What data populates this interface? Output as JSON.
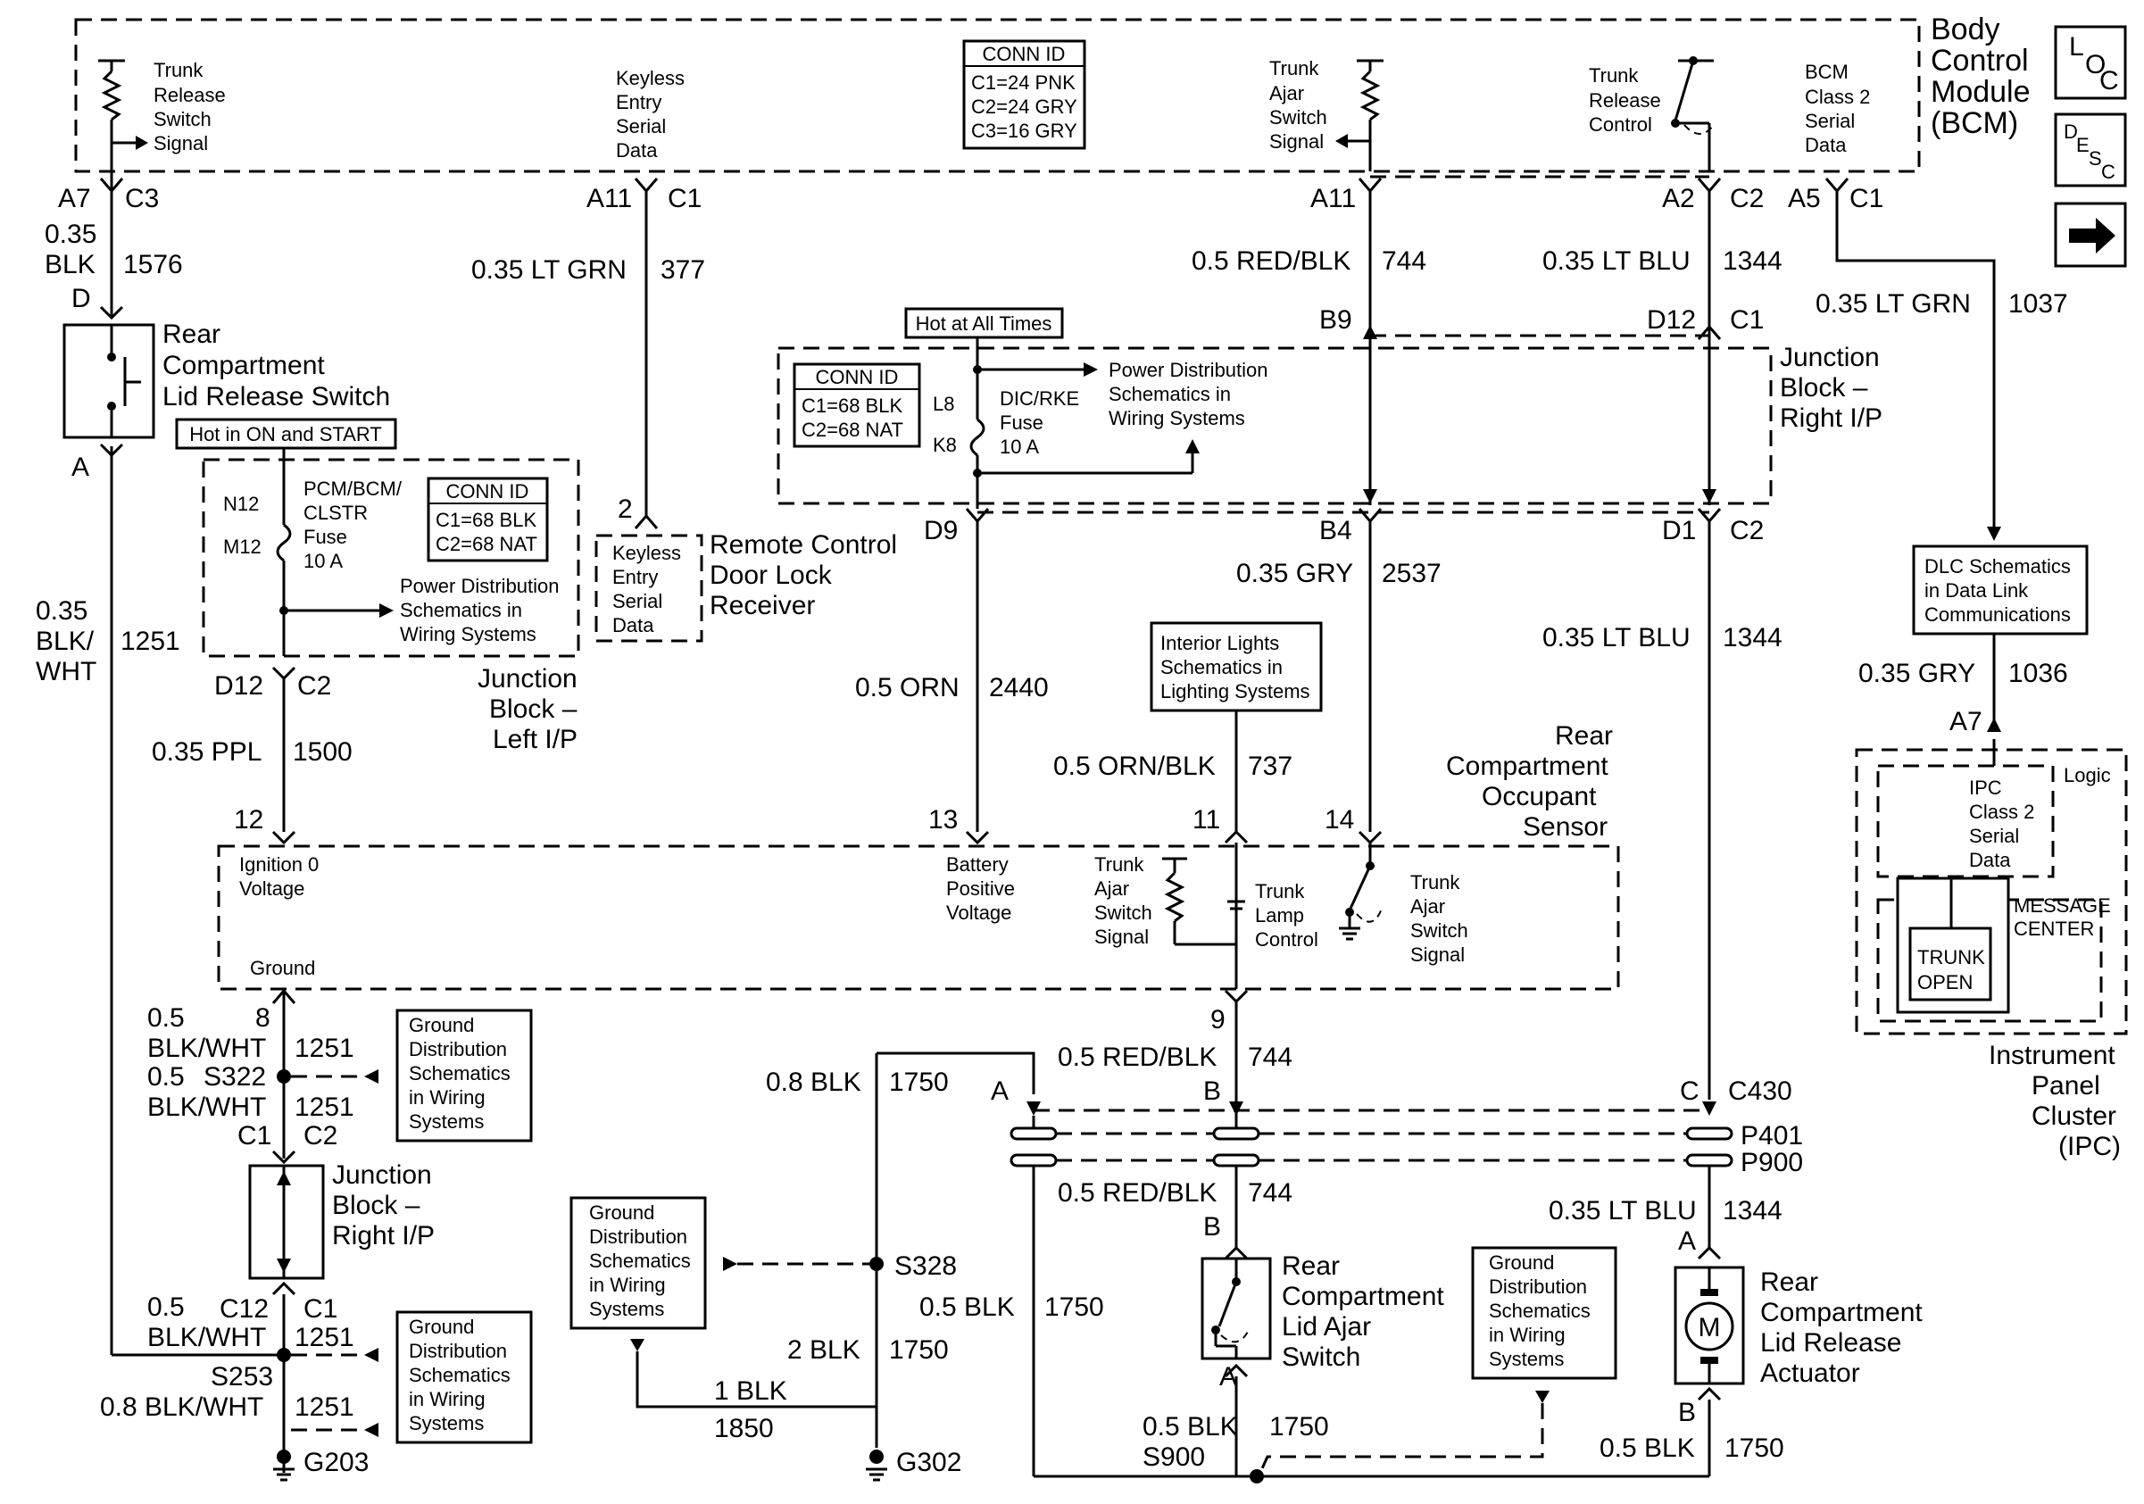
{
  "bcm": {
    "name": [
      "Body",
      "Control",
      "Module",
      "(BCM)"
    ],
    "trunk_release_switch_signal": [
      "Trunk",
      "Release",
      "Switch",
      "Signal"
    ],
    "keyless_entry_serial_data": [
      "Keyless",
      "Entry",
      "Serial",
      "Data"
    ],
    "conn_id": {
      "title": "CONN ID",
      "lines": [
        "C1=24 PNK",
        "C2=24 GRY",
        "C3=16 GRY"
      ]
    },
    "trunk_ajar_switch_signal": [
      "Trunk",
      "Ajar",
      "Switch",
      "Signal"
    ],
    "trunk_release_control": [
      "Trunk",
      "Release",
      "Control"
    ],
    "bcm_class2_serial_data": [
      "BCM",
      "Class 2",
      "Serial",
      "Data"
    ]
  },
  "legend_icons": {
    "loc": [
      "L",
      "O",
      "C"
    ],
    "desc": [
      "D",
      "E",
      "S",
      "C"
    ],
    "arrow": "→"
  },
  "pins": {
    "a7": "A7",
    "c3": "C3",
    "a11_left": "A11",
    "c1_left": "C1",
    "a11_right": "A11",
    "a2": "A2",
    "c2_right": "C2",
    "a5": "A5",
    "c1_right": "C1",
    "b9": "B9",
    "d12_right": "D12",
    "c1_jbr": "C1",
    "d9": "D9",
    "b4": "B4",
    "d1": "D1",
    "c2_jbr": "C2",
    "d_switch": "D",
    "a_switch": "A",
    "d12_jbl": "D12",
    "c2_jbl": "C2",
    "two": "2",
    "a7_ipc": "A7",
    "p12": "12",
    "p13": "13",
    "p11": "11",
    "p14": "14",
    "p9": "9",
    "p8": "8",
    "c1_jb": "C1",
    "c2_jb": "C2",
    "c12": "C12",
    "c1_jb2": "C1",
    "a_p401": "A",
    "b_p401": "B",
    "c_p401": "C",
    "c430": "C430",
    "p401": "P401",
    "p900": "P900",
    "b_ajar_top": "B",
    "a_ajar_bot": "A",
    "a_act": "A",
    "b_act": "B"
  },
  "wires": {
    "w1576_gauge": [
      "0.35",
      "BLK"
    ],
    "w1576_circ": "1576",
    "w377_gauge": "0.35 LT GRN",
    "w377_circ": "377",
    "w744_gauge": "0.5 RED/BLK",
    "w744_circ": "744",
    "w1344_gauge": "0.35 LT BLU",
    "w1344_circ": "1344",
    "w1037_gauge": "0.35 LT GRN",
    "w1037_circ": "1037",
    "w1251_gauge": [
      "0.35",
      "BLK/",
      "WHT"
    ],
    "w1251_circ": "1251",
    "w2440_gauge": "0.5 ORN",
    "w2440_circ": "2440",
    "w2537_gauge": "0.35 GRY",
    "w2537_circ": "2537",
    "w1344b_gauge": "0.35 LT BLU",
    "w1344b_circ": "1344",
    "w1036_gauge": "0.35 GRY",
    "w1036_circ": "1036",
    "w1500_gauge": "0.35 PPL",
    "w1500_circ": "1500",
    "w737_gauge": "0.5 ORN/BLK",
    "w737_circ": "737",
    "w1251a_gauge": [
      "0.5",
      "BLK/WHT"
    ],
    "w1251a_circ": "1251",
    "w1251b_gauge": [
      "0.5",
      "BLK/WHT"
    ],
    "w1251b_circ": "1251",
    "w1251c_gauge": [
      "0.5",
      "BLK/WHT"
    ],
    "w1251c_circ": "1251",
    "w1251d_gauge": "0.8 BLK/WHT",
    "w1251d_circ": "1251",
    "w1750a_gauge": "0.8 BLK",
    "w1750a_circ": "1750",
    "w744b_gauge": "0.5 RED/BLK",
    "w744b_circ": "744",
    "w744c_gauge": "0.5 RED/BLK",
    "w744c_circ": "744",
    "w1344c_gauge": "0.35 LT BLU",
    "w1344c_circ": "1344",
    "w1750b_gauge": "0.5 BLK",
    "w1750b_circ": "1750",
    "w1750c_gauge": "2 BLK",
    "w1750c_circ": "1750",
    "w1850_gauge": "1 BLK",
    "w1850_circ": "1850",
    "w1750d_gauge": "0.5 BLK",
    "w1750d_circ": "1750",
    "w1750e_gauge": "0.5 BLK",
    "w1750e_circ": "1750"
  },
  "components": {
    "rear_release_switch": [
      "Rear",
      "Compartment",
      "Lid Release Switch"
    ],
    "hot_on_start": "Hot in ON and START",
    "jbl_fuse": {
      "pins": [
        "N12",
        "M12"
      ],
      "name": [
        "PCM/BCM/",
        "CLSTR",
        "Fuse",
        "10 A"
      ]
    },
    "jbl_conn": {
      "title": "CONN ID",
      "lines": [
        "C1=68 BLK",
        "C2=68 NAT"
      ]
    },
    "jbl_power": [
      "Power Distribution",
      "Schematics in",
      "Wiring Systems"
    ],
    "jbl_name": [
      "Junction",
      "Block –",
      "Left I/P"
    ],
    "rcdlr_inner": [
      "Keyless",
      "Entry",
      "Serial",
      "Data"
    ],
    "rcdlr_name": [
      "Remote Control",
      "Door Lock",
      "Receiver"
    ],
    "hot_all_times": "Hot at All Times",
    "jbr_conn": {
      "title": "CONN ID",
      "lines": [
        "C1=68 BLK",
        "C2=68 NAT"
      ]
    },
    "jbr_fuse": {
      "pins": [
        "L8",
        "K8"
      ],
      "name": [
        "DIC/RKE",
        "Fuse",
        "10 A"
      ]
    },
    "jbr_power": [
      "Power Distribution",
      "Schematics in",
      "Wiring Systems"
    ],
    "jbr_name": [
      "Junction",
      "Block –",
      "Right I/P"
    ],
    "dlc": [
      "DLC Schematics",
      "in Data Link",
      "Communications"
    ],
    "interior_lights": [
      "Interior Lights",
      "Schematics in",
      "Lighting Systems"
    ],
    "rcos_name": [
      "Rear",
      "Compartment",
      "Occupant",
      "Sensor"
    ],
    "rcos_ignition": [
      "Ignition 0",
      "Voltage"
    ],
    "rcos_battery": [
      "Battery",
      "Positive",
      "Voltage"
    ],
    "rcos_ajar_sig": [
      "Trunk",
      "Ajar",
      "Switch",
      "Signal"
    ],
    "rcos_lamp": [
      "Trunk",
      "Lamp",
      "Control"
    ],
    "rcos_ajar_sw": [
      "Trunk",
      "Ajar",
      "Switch",
      "Signal"
    ],
    "rcos_ground": "Ground",
    "ipc_logic": "Logic",
    "ipc_class2": [
      "IPC",
      "Class 2",
      "Serial",
      "Data"
    ],
    "ipc_msg": [
      "MESSAGE",
      "CENTER"
    ],
    "ipc_trunk_open": [
      "TRUNK",
      "OPEN"
    ],
    "ipc_name": [
      "Instrument",
      "Panel",
      "Cluster",
      "(IPC)"
    ],
    "ground_dist": [
      "Ground",
      "Distribution",
      "Schematics",
      "in Wiring",
      "Systems"
    ],
    "splice_s322": "S322",
    "splice_s253": "S253",
    "splice_s328": "S328",
    "splice_s900": "S900",
    "ground_g203": "G203",
    "ground_g302": "G302",
    "jb_right_lower": [
      "Junction",
      "Block –",
      "Right I/P"
    ],
    "ajar_switch": [
      "Rear",
      "Compartment",
      "Lid Ajar",
      "Switch"
    ],
    "actuator": [
      "Rear",
      "Compartment",
      "Lid Release",
      "Actuator"
    ],
    "motor_letter": "M"
  }
}
